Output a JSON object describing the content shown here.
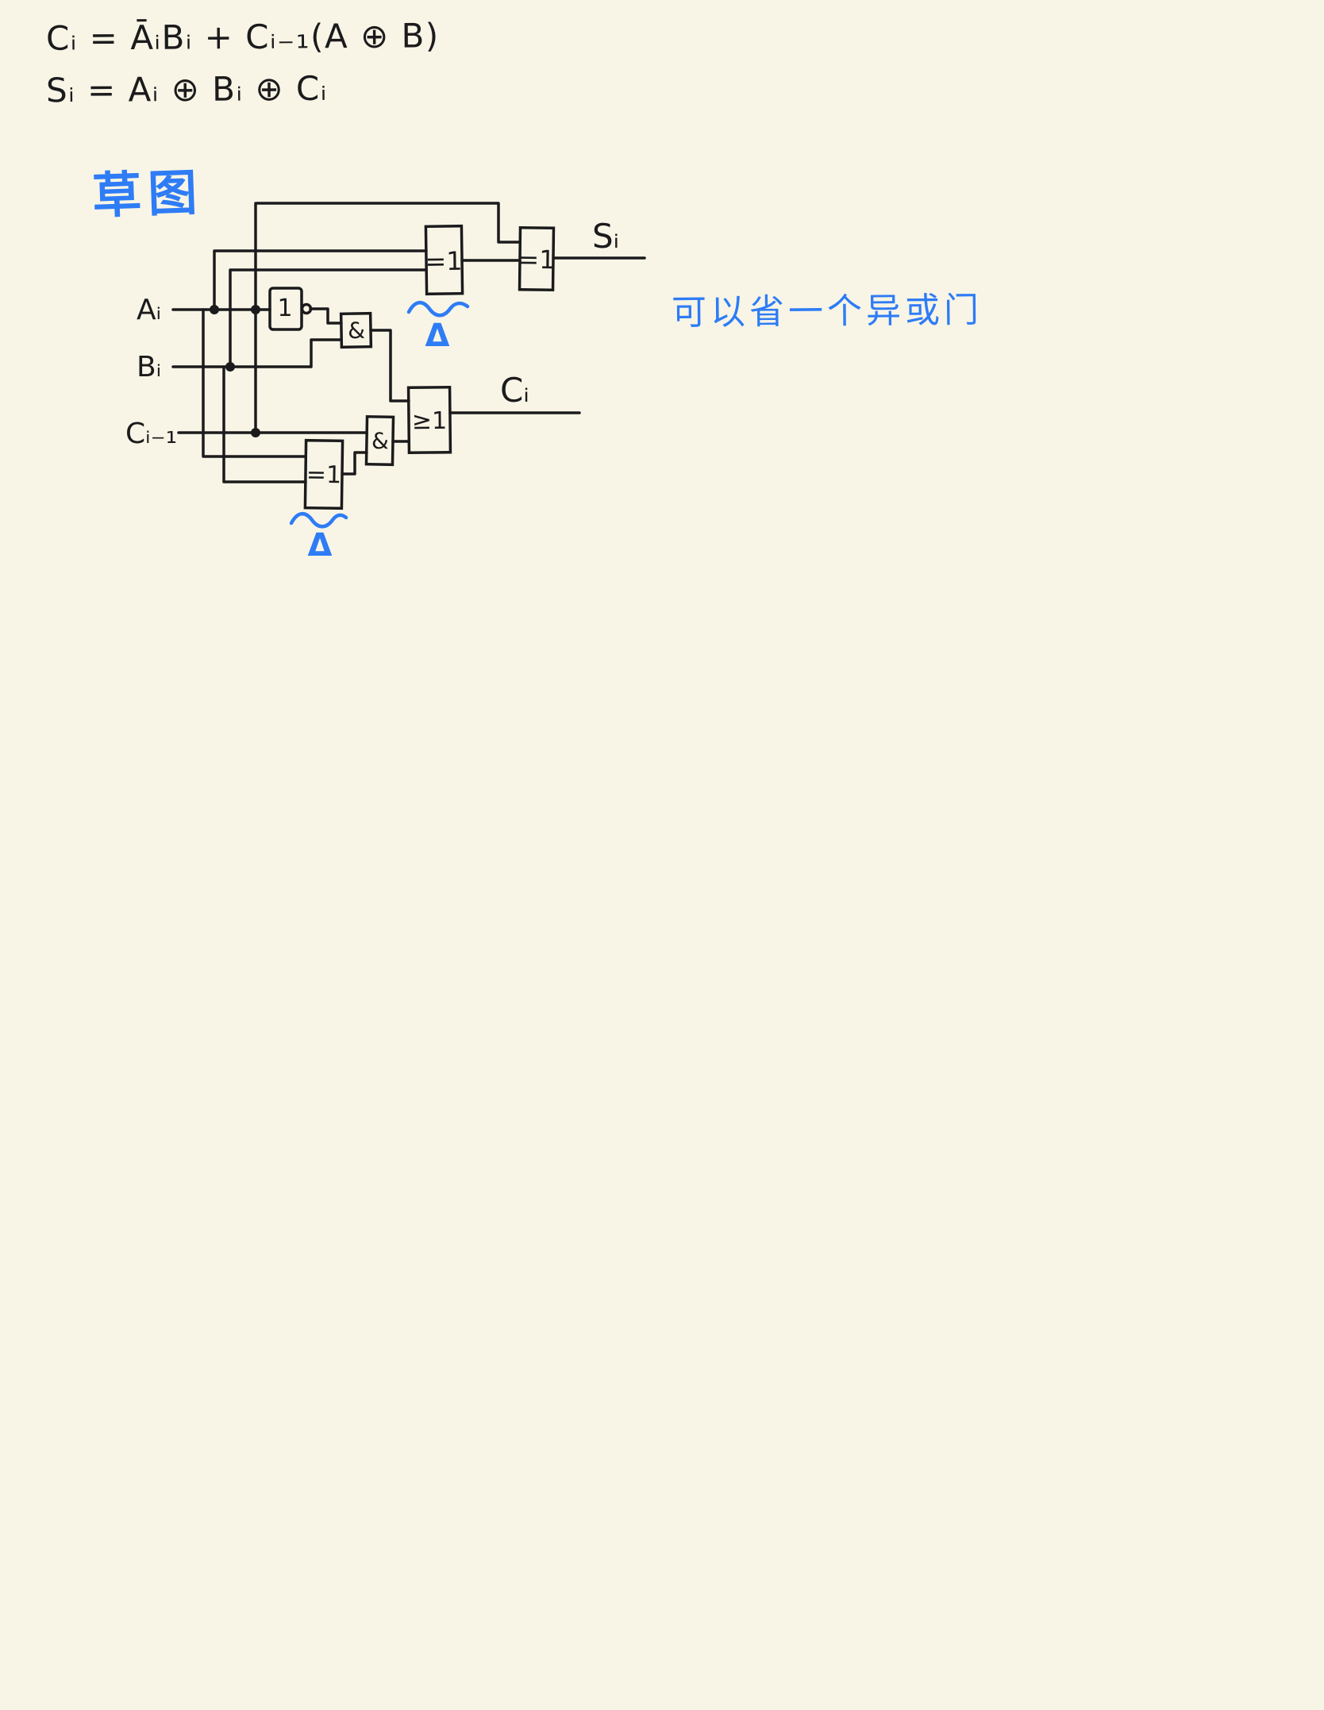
{
  "page": {
    "background_color": "#f8f5e6",
    "ink_color": "#1b1b1d",
    "pen_blue_color": "#2e7cf6"
  },
  "equations": {
    "line1": "Cᵢ = ĀᵢBᵢ + Cᵢ₋₁(A ⊕ B)",
    "line2": "Sᵢ = Aᵢ ⊕ Bᵢ ⊕ Cᵢ"
  },
  "sketch_title": "草图",
  "side_note": "可以省一个异或门",
  "circuit": {
    "inputs": [
      {
        "label": "Aᵢ"
      },
      {
        "label": "Bᵢ"
      },
      {
        "label": "Cᵢ₋₁"
      }
    ],
    "outputs": [
      {
        "label": "Sᵢ"
      },
      {
        "label": "Cᵢ"
      }
    ],
    "gates": [
      {
        "id": "xor-a-b",
        "type": "xor",
        "label": "=1"
      },
      {
        "id": "xor-sum",
        "type": "xor",
        "label": "=1"
      },
      {
        "id": "not-a",
        "type": "not",
        "label": "1"
      },
      {
        "id": "and-nota-b",
        "type": "and",
        "label": "&"
      },
      {
        "id": "and-carry",
        "type": "and",
        "label": "&"
      },
      {
        "id": "or-carry",
        "type": "or",
        "label": "≥1"
      },
      {
        "id": "xor-a-b-dup",
        "type": "xor",
        "label": "=1"
      }
    ],
    "delta_marks": [
      "Δ",
      "Δ"
    ]
  }
}
